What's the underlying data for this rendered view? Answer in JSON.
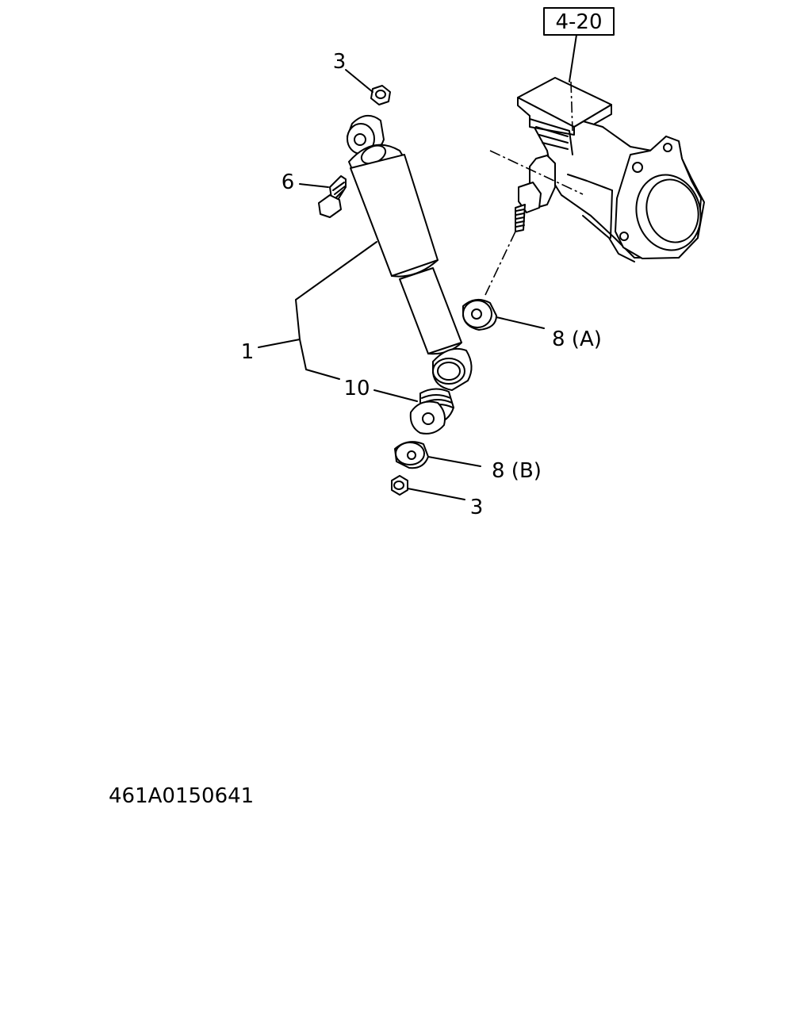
{
  "callouts": {
    "ref_box": "4-20",
    "nut_top": "3",
    "bolt": "6",
    "shock_absorber": "1",
    "bushing_a": "8 (A)",
    "bushing_lower": "10",
    "washer_b": "8 (B)",
    "nut_bottom": "3"
  },
  "figure_code": "461A0150641",
  "colors": {
    "line": "#000000",
    "background": "#ffffff"
  }
}
